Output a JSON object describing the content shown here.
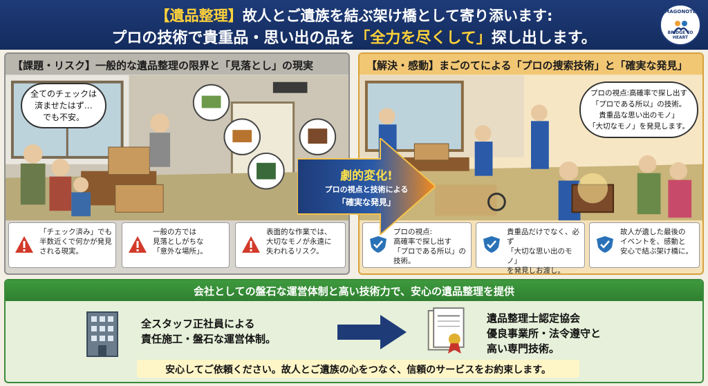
{
  "header": {
    "line1_bracket": "【遺品整理】",
    "line1_rest": "故人とご遺族を結ぶ架け橋として寄り添います:",
    "line2_a": "プロの技術で貴重品・思い出の品を",
    "line2_acc": "「全力を尽くして」",
    "line2_b": "探し出します。",
    "logo_top": "MAGONOTE",
    "logo_bottom": "BRIDGE TO HEART",
    "logo_icon": "family-circle-icon"
  },
  "left_panel": {
    "title": "【課題・リスク】一般的な遺品整理の限界と「見落とし」の現実",
    "speech_line1": "全てのチェックは",
    "speech_line2": "済ませたはず…",
    "speech_line3": "でも不安。",
    "cards": [
      {
        "l1": "「チェック済み」でも",
        "l2": "半数近くで何かが発見",
        "l3": "される現実。",
        "icon": "warning-icon"
      },
      {
        "l1": "一般の方では",
        "l2": "見落としがちな",
        "l3": "「意外な場所」。",
        "icon": "warning-icon"
      },
      {
        "l1": "表面的な作業では、",
        "l2": "大切なモノが永遠に",
        "l3": "失われるリスク。",
        "icon": "warning-icon"
      }
    ]
  },
  "arrow": {
    "title": "劇的変化!",
    "sub1": "プロの視点と技術による",
    "sub2": "「確実な発見」"
  },
  "right_panel": {
    "title": "【解決・感動】まごのてによる「プロの捜索技術」と「確実な発見」",
    "speech_line1": "プロの視点:高確率で探し出す",
    "speech_line2": "「プロである所以」の技術。",
    "speech_line3": "貴重品な思い出のモノ」",
    "speech_line4": "「大切なモノ」を発見します。",
    "cards": [
      {
        "l1": "プロの視点:",
        "l2": "高確率で探し出す",
        "l3": "「プロである所以」の技術。",
        "icon": "shield-check-icon"
      },
      {
        "l1": "貴重品だけでなく、必ず",
        "l2": "「大切な思い出のモノ」",
        "l3": "を発見しお渡し。",
        "icon": "shield-check-icon"
      },
      {
        "l1": "故人が遺した最後の",
        "l2": "イベントを、感動と",
        "l3": "安心で結ぶ架け橋に。",
        "icon": "shield-check-icon"
      }
    ]
  },
  "bottom": {
    "band": "会社としての盤石な運営体制と高い技術力で、安心の遺品整理を提供",
    "left_l1": "全スタッフ正社員による",
    "left_l2": "責任施工・盤石な運営体制。",
    "right_l1": "遺品整理士認定協会",
    "right_l2": "優良事業所・法令遵守と",
    "right_l3": "高い専門技術。",
    "footer": "安心してご依頼ください。故人とご遺族の心をつなぐ、信頼のサービスをお約束します。",
    "building_icon": "office-building-icon",
    "certificate_icon": "certificate-icon"
  },
  "colors": {
    "navy": "#1e3b78",
    "gold": "#ffd23a",
    "orange": "#f28a1e",
    "green": "#2f7f2f",
    "warn_red": "#d23a2a",
    "shield_blue": "#2a72b8"
  }
}
